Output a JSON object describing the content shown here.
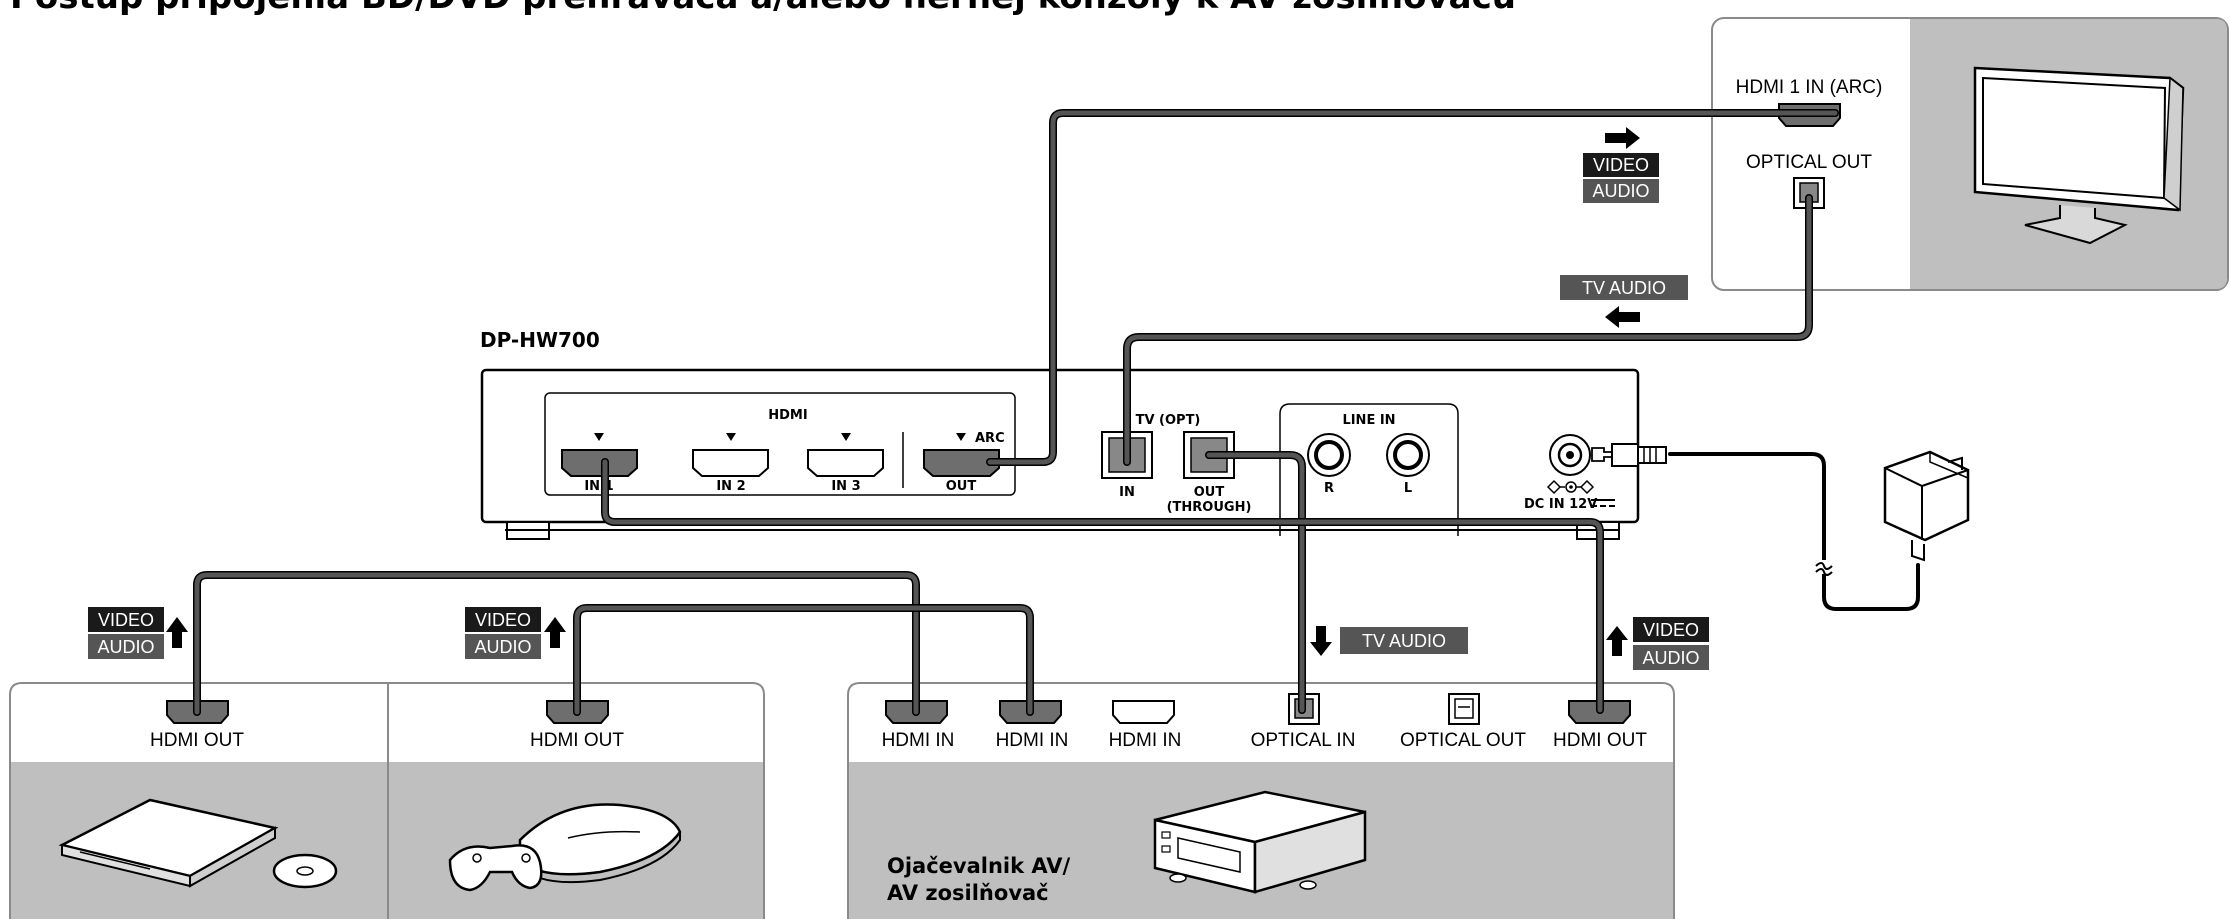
{
  "title": "Postup pripojenia BD/DVD prehrávača a/alebo hernej konzoly k AV zosilňovaču",
  "device": {
    "model": "DP-HW700",
    "hdmi_group": "HDMI",
    "ports": {
      "in1": "IN 1",
      "in2": "IN 2",
      "in3": "IN 3",
      "arc": "ARC",
      "out": "OUT",
      "tv_opt": "TV (OPT)",
      "opt_in": "IN",
      "opt_out_line1": "OUT",
      "opt_out_line2": "(THROUGH)",
      "line_in": "LINE IN",
      "r": "R",
      "l": "L",
      "dc_in": "DC IN 12V"
    }
  },
  "tv": {
    "hdmi_port": "HDMI 1 IN (ARC)",
    "optical_port": "OPTICAL OUT"
  },
  "signal_labels": {
    "video": "VIDEO",
    "audio": "AUDIO",
    "tv_audio": "TV AUDIO"
  },
  "player1": {
    "port": "HDMI OUT"
  },
  "player2": {
    "port": "HDMI OUT"
  },
  "amplifier": {
    "ports": [
      "HDMI IN",
      "HDMI IN",
      "HDMI IN",
      "OPTICAL IN",
      "OPTICAL OUT",
      "HDMI OUT"
    ],
    "name_line1": "Ojačevalnik AV/",
    "name_line2": "AV zosilňovač"
  },
  "colors": {
    "cable": "#555555",
    "panel_gray": "#bfbfbf",
    "label_dark": "#1a1a1a",
    "label_mid": "#555555"
  }
}
